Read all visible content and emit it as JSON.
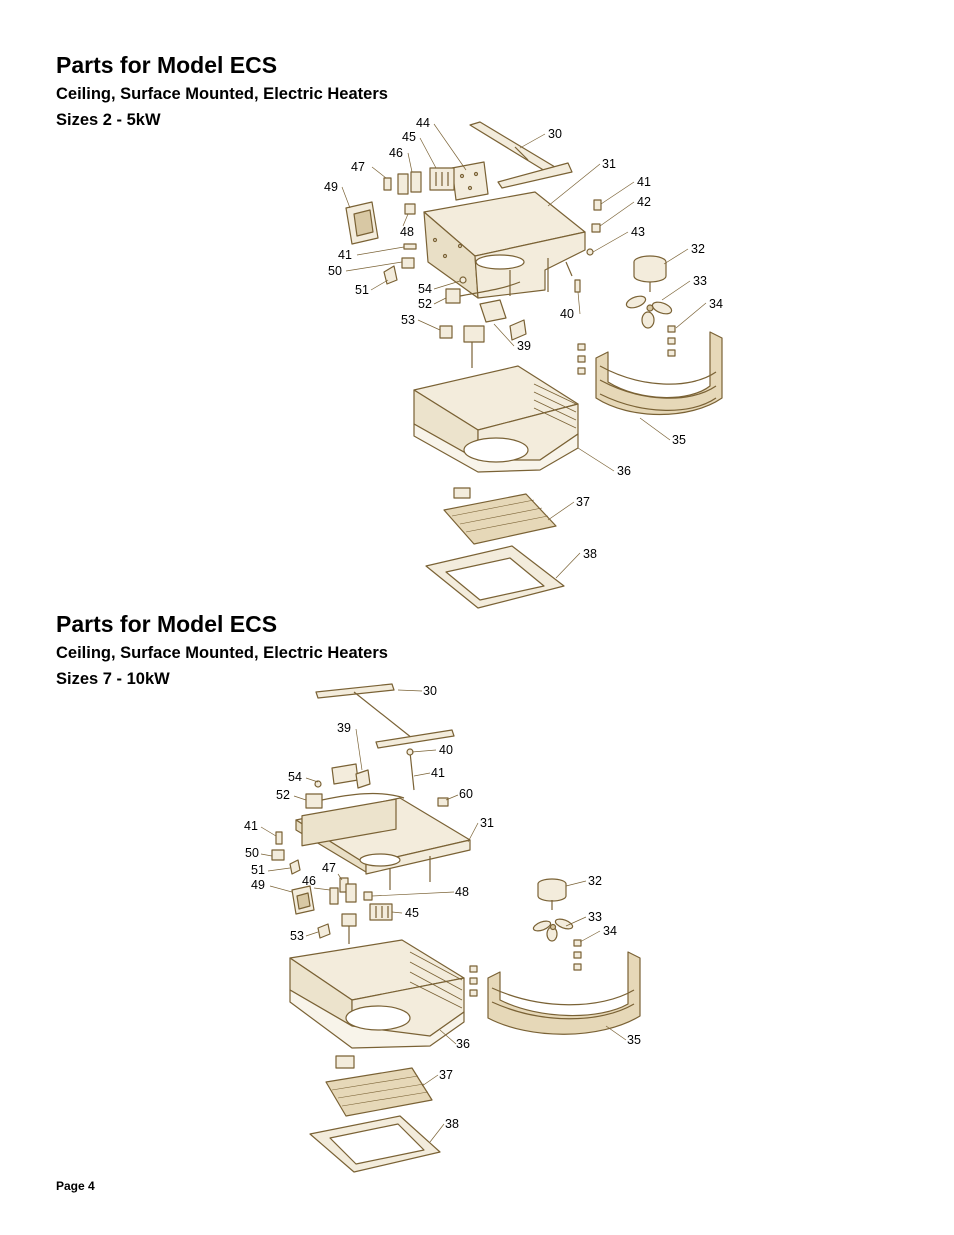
{
  "sections": [
    {
      "title": "Parts for Model ECS",
      "subtitle": "Ceiling, Surface Mounted, Electric Heaters",
      "size": "Sizes 2 - 5kW",
      "callouts": [
        {
          "id": "44",
          "label": "44"
        },
        {
          "id": "45",
          "label": "45"
        },
        {
          "id": "46",
          "label": "46"
        },
        {
          "id": "47",
          "label": "47"
        },
        {
          "id": "49",
          "label": "49"
        },
        {
          "id": "48",
          "label": "48"
        },
        {
          "id": "41a",
          "label": "41"
        },
        {
          "id": "50",
          "label": "50"
        },
        {
          "id": "51",
          "label": "51"
        },
        {
          "id": "54",
          "label": "54"
        },
        {
          "id": "52",
          "label": "52"
        },
        {
          "id": "53",
          "label": "53"
        },
        {
          "id": "30",
          "label": "30"
        },
        {
          "id": "31",
          "label": "31"
        },
        {
          "id": "41b",
          "label": "41"
        },
        {
          "id": "42",
          "label": "42"
        },
        {
          "id": "43",
          "label": "43"
        },
        {
          "id": "32",
          "label": "32"
        },
        {
          "id": "33",
          "label": "33"
        },
        {
          "id": "34",
          "label": "34"
        },
        {
          "id": "40",
          "label": "40"
        },
        {
          "id": "39",
          "label": "39"
        },
        {
          "id": "35",
          "label": "35"
        },
        {
          "id": "36",
          "label": "36"
        },
        {
          "id": "37",
          "label": "37"
        },
        {
          "id": "38",
          "label": "38"
        }
      ]
    },
    {
      "title": "Parts for Model ECS",
      "subtitle": "Ceiling, Surface Mounted, Electric Heaters",
      "size": "Sizes 7 - 10kW",
      "callouts": [
        {
          "id": "30",
          "label": "30"
        },
        {
          "id": "39",
          "label": "39"
        },
        {
          "id": "40",
          "label": "40"
        },
        {
          "id": "54",
          "label": "54"
        },
        {
          "id": "41a",
          "label": "41"
        },
        {
          "id": "52",
          "label": "52"
        },
        {
          "id": "60",
          "label": "60"
        },
        {
          "id": "31",
          "label": "31"
        },
        {
          "id": "41b",
          "label": "41"
        },
        {
          "id": "50",
          "label": "50"
        },
        {
          "id": "47",
          "label": "47"
        },
        {
          "id": "51",
          "label": "51"
        },
        {
          "id": "49",
          "label": "49"
        },
        {
          "id": "46",
          "label": "46"
        },
        {
          "id": "48",
          "label": "48"
        },
        {
          "id": "45",
          "label": "45"
        },
        {
          "id": "53",
          "label": "53"
        },
        {
          "id": "32",
          "label": "32"
        },
        {
          "id": "33",
          "label": "33"
        },
        {
          "id": "34",
          "label": "34"
        },
        {
          "id": "35",
          "label": "35"
        },
        {
          "id": "36",
          "label": "36"
        },
        {
          "id": "37",
          "label": "37"
        },
        {
          "id": "38",
          "label": "38"
        }
      ]
    }
  ],
  "footer": {
    "page": "Page 4"
  },
  "colors": {
    "line_art": "#7a6235",
    "fill_light": "#f3ecdc",
    "fill_mid": "#d8c8a4",
    "text": "#000000"
  }
}
